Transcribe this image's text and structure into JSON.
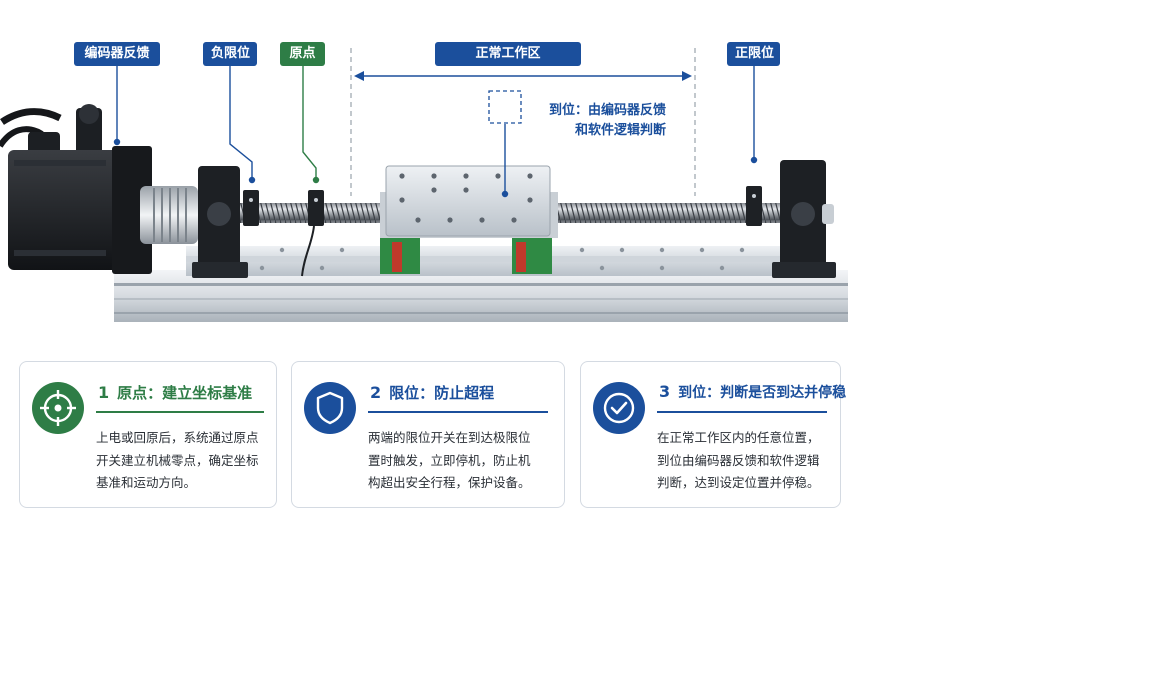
{
  "labels": {
    "encoder": "编码器反馈",
    "neg_limit": "负限位",
    "origin": "原点",
    "work_zone": "正常工作区",
    "pos_limit": "正限位"
  },
  "annotation": {
    "line1": "到位：由编码器反馈",
    "line2": "和软件逻辑判断"
  },
  "cards": [
    {
      "num": "1",
      "title": "原点：建立坐标基准",
      "lines": [
        "上电或回原后，系统通过原点",
        "开关建立机械零点，确定坐标",
        "基准和运动方向。"
      ],
      "icon": "crosshair-icon"
    },
    {
      "num": "2",
      "title": "限位：防止超程",
      "lines": [
        "两端的限位开关在到达极限位",
        "置时触发，立即停机，防止机",
        "构超出安全行程，保护设备。"
      ],
      "icon": "shield-icon"
    },
    {
      "num": "3",
      "title": "到位：判断是否到达并停稳",
      "lines": [
        "在正常工作区内的任意位置，",
        "到位由编码器反馈和软件逻辑",
        "判断，达到设定位置并停稳。"
      ],
      "icon": "check-circle-icon"
    }
  ],
  "colors": {
    "blue": "#1b4f9c",
    "green": "#2e7d46"
  }
}
